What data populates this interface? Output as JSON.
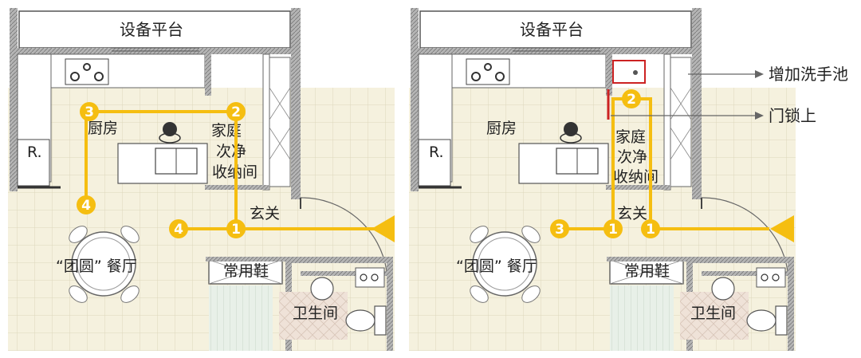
{
  "colors": {
    "floor": "#f4f0dc",
    "tile_grid": "#ddd6bc",
    "wall": "#8a8a8a",
    "route": "#f5be11",
    "highlight": "#cc2222",
    "bathroom_floor": "#ecdcd2",
    "passage_floor": "#e6efe6"
  },
  "plan_left": {
    "rooms": {
      "equipment_platform": "设备平台",
      "kitchen": "厨房",
      "storage_line1": "家庭",
      "storage_line2": "次净",
      "storage_line3": "收纳间",
      "entrance": "玄关",
      "dining": "“团圆” 餐厅",
      "shoes": "常用鞋",
      "bathroom": "卫生间",
      "fridge": "R."
    },
    "markers": [
      "1",
      "2",
      "3",
      "4",
      "4"
    ]
  },
  "plan_right": {
    "rooms": {
      "equipment_platform": "设备平台",
      "kitchen": "厨房",
      "storage_line1": "家庭",
      "storage_line2": "次净",
      "storage_line3": "收纳间",
      "entrance": "玄关",
      "dining": "“团圆” 餐厅",
      "shoes": "常用鞋",
      "bathroom": "卫生间",
      "fridge": "R."
    },
    "markers": [
      "1",
      "1",
      "2",
      "3"
    ],
    "annotations": {
      "add_sink": "增加洗手池",
      "door_lock": "门锁上"
    }
  }
}
